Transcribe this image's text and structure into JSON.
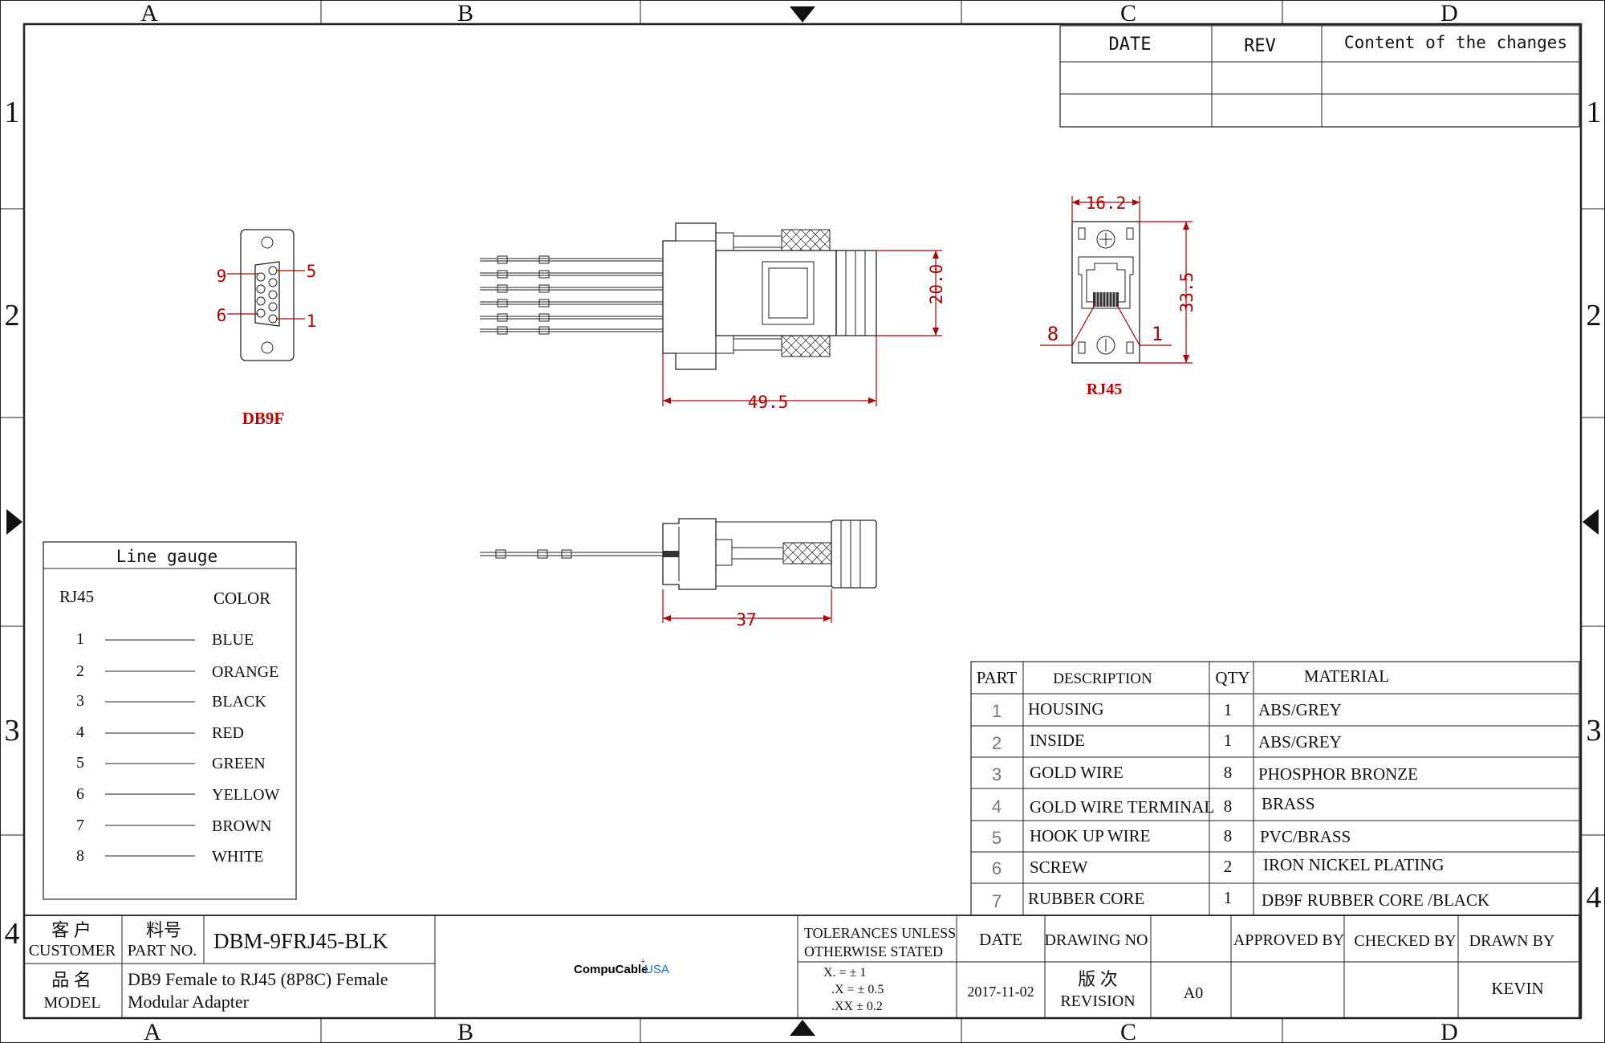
{
  "border": {
    "columns_top": [
      "A",
      "B",
      "C",
      "D"
    ],
    "columns_bottom": [
      "A",
      "B",
      "C",
      "D"
    ],
    "rows_left": [
      "1",
      "2",
      "3",
      "4"
    ],
    "rows_right": [
      "1",
      "2",
      "3",
      "4"
    ]
  },
  "revision_table": {
    "headers": [
      "DATE",
      "REV",
      "Content of the changes"
    ]
  },
  "db9f": {
    "label": "DB9F",
    "pins": [
      "9",
      "5",
      "6",
      "1"
    ]
  },
  "side_view": {
    "dim_width": "49.5",
    "dim_height": "20.0"
  },
  "bottom_view": {
    "dim_length": "37"
  },
  "rj45_view": {
    "label": "RJ45",
    "dim_width": "16.2",
    "dim_height": "33.5",
    "pin_left": "8",
    "pin_right": "1"
  },
  "line_gauge": {
    "title": "Line gauge",
    "col_rj45": "RJ45",
    "col_color": "COLOR",
    "rows": [
      {
        "pin": "1",
        "color": "BLUE"
      },
      {
        "pin": "2",
        "color": "ORANGE"
      },
      {
        "pin": "3",
        "color": "BLACK"
      },
      {
        "pin": "4",
        "color": "RED"
      },
      {
        "pin": "5",
        "color": "GREEN"
      },
      {
        "pin": "6",
        "color": "YELLOW"
      },
      {
        "pin": "7",
        "color": "BROWN"
      },
      {
        "pin": "8",
        "color": "WHITE"
      }
    ]
  },
  "parts_table": {
    "headers": [
      "PART",
      "DESCRIPTION",
      "QTY",
      "MATERIAL"
    ],
    "rows": [
      {
        "part": "1",
        "desc": "HOUSING",
        "qty": "1",
        "material": "ABS/GREY"
      },
      {
        "part": "2",
        "desc": "INSIDE",
        "qty": "1",
        "material": "ABS/GREY"
      },
      {
        "part": "3",
        "desc": "GOLD WIRE",
        "qty": "8",
        "material": "PHOSPHOR BRONZE"
      },
      {
        "part": "4",
        "desc": "GOLD WIRE TERMINAL",
        "qty": "8",
        "material": "BRASS"
      },
      {
        "part": "5",
        "desc": "HOOK UP WIRE",
        "qty": "8",
        "material": "PVC/BRASS"
      },
      {
        "part": "6",
        "desc": "SCREW",
        "qty": "2",
        "material": "IRON NICKEL PLATING"
      },
      {
        "part": "7",
        "desc": "RUBBER CORE",
        "qty": "1",
        "material": "DB9F RUBBER CORE /BLACK"
      }
    ]
  },
  "title_block": {
    "customer_cn": "客  户",
    "customer_en": "CUSTOMER",
    "partno_cn": "料号",
    "partno_en": "PART NO.",
    "part_number": "DBM-9FRJ45-BLK",
    "model_cn": "品 名",
    "model_en": "MODEL",
    "model_line1": "DB9 Female to RJ45 (8P8C) Female",
    "model_line2": "Modular Adapter",
    "logo_a": "CompuCable",
    "logo_b": "USA",
    "tol1": "TOLERANCES UNLESS",
    "tol2": "OTHERWISE STATED",
    "tol3": "X.     = ± 1",
    "tol4": ".X  = ± 0.5",
    "tol5": ".XX ± 0.2",
    "date_label": "DATE",
    "date_value": "2017-11-02",
    "drawing_no_label": "DRAWING NO",
    "revision_cn": "版    次",
    "revision_en": "REVISION",
    "revision_value": "A0",
    "approved_by": "APPROVED BY",
    "checked_by": "CHECKED BY",
    "drawn_by": "DRAWN BY",
    "drawn_by_value": "KEVIN"
  }
}
